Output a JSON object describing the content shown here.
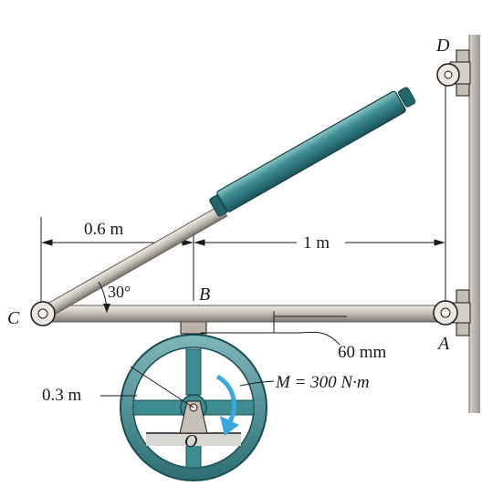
{
  "labels": {
    "point_d": "D",
    "point_c": "C",
    "point_b": "B",
    "point_a": "A",
    "point_o": "O",
    "dim_cb": "0.6 m",
    "dim_ba": "1 m",
    "angle": "30°",
    "thickness": "60 mm",
    "radius": "0.3 m",
    "moment": "M = 300 N·m"
  },
  "colors": {
    "teal": "#2f7f86",
    "teal_dark": "#1d5a60",
    "teal_light": "#6fb2b6",
    "rod": "#bdb6ac",
    "rod_dark": "#857e75",
    "wall": "#a7a09a",
    "arrow": "#3aa7df",
    "ink": "#1a1a1a"
  }
}
